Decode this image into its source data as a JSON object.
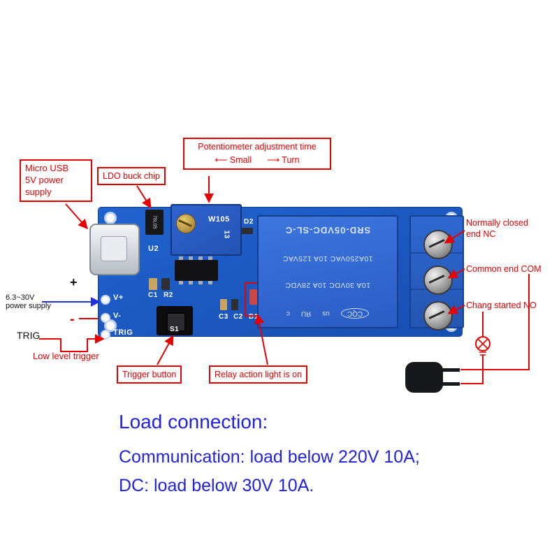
{
  "callouts": {
    "micro_usb": {
      "line1": "Micro USB",
      "line2": "5V power",
      "line3": "supply"
    },
    "ldo": "LDO buck chip",
    "pot": {
      "title": "Potentiometer adjustment time",
      "small_arrow": "⟵",
      "small": "Small",
      "turn_arrow": "⟶",
      "turn": "Turn"
    },
    "nc": {
      "line1": "Normally closed",
      "line2": "end NC"
    },
    "com": "Common end COM",
    "no": "Chang started NO",
    "trigger_button": "Trigger button",
    "relay_light": "Relay action light is on",
    "low_level_trigger": "Low level trigger",
    "trig": "TRIG",
    "supply": {
      "line1": "6.3~30V",
      "line2": "power supply"
    },
    "plus": "+",
    "minus": "-"
  },
  "board": {
    "silkscreen": {
      "u2": "U2",
      "ldo_chip": "78L05",
      "pot_code": "W105",
      "pot_value": "13",
      "d2": "D2",
      "c1": "C1",
      "r2": "R2",
      "s1": "S1",
      "c3": "C3",
      "c2": "C2",
      "d1": "D1",
      "v_plus": "V+",
      "v_minus": "V-",
      "trig_pad": "TRIG"
    },
    "relay": {
      "model": "SRD-05VDC-SL-C",
      "rating_ac": "10A250VAC  10A 125VAC",
      "rating_dc": "10A 30VDC  10A 28VDC",
      "cert_cqc": "CQC",
      "cert_ur": "ЯU",
      "cert_us": "us",
      "cert_c": "c"
    }
  },
  "footer": {
    "title": "Load connection:",
    "line1": "Communication: load below 220V 10A;",
    "line2": "DC: load below 30V 10A."
  },
  "colors": {
    "annotation_red": "#e60000",
    "footer_blue": "#2222dd",
    "pcb_blue": "#1d5fc9",
    "relay_blue": "#3a74dd",
    "supply_line_blue": "#2233dd"
  }
}
